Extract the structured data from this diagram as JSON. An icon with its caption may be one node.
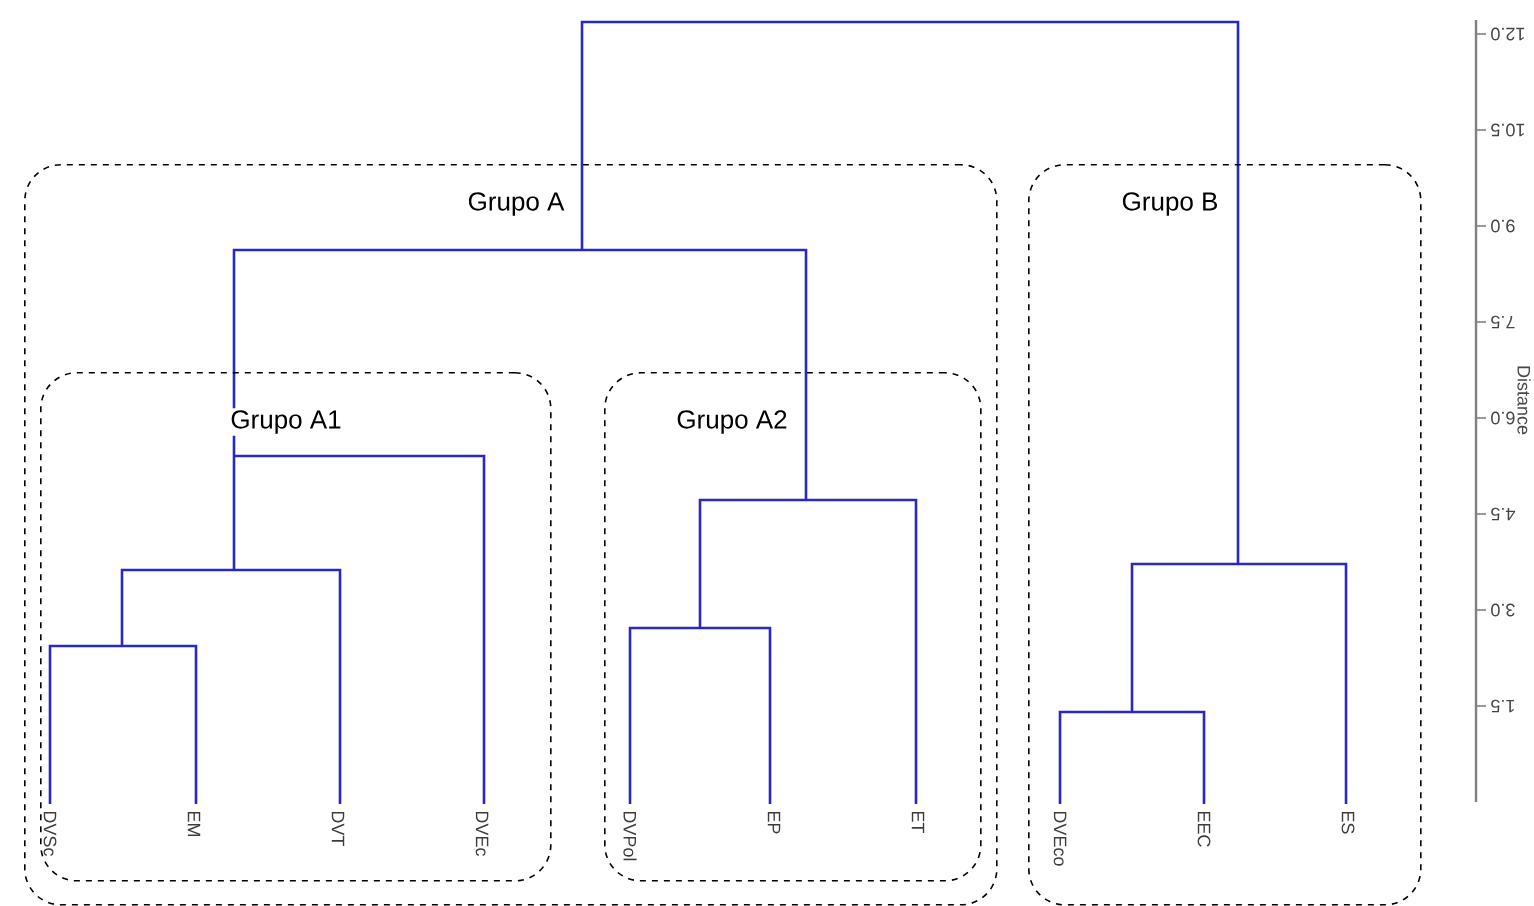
{
  "diagram": {
    "nodes": [
      {
        "text": [
          "Grupo A"
        ]
      },
      {
        "text": [
          "Grupo A1"
        ],
        "in": 0
      },
      {
        "text": [
          "Grupo A2"
        ],
        "in": 0
      },
      {
        "text": [
          "Grupo B"
        ]
      },
      {
        "text": [
          "DVSc"
        ],
        "in": 1
      },
      {
        "text": [
          "EM"
        ],
        "in": 1
      },
      {
        "text": [
          "DVT"
        ],
        "in": 1
      },
      {
        "text": [
          "DVEc"
        ],
        "in": 1
      },
      {
        "text": [
          "DVPol"
        ],
        "in": 2
      },
      {
        "text": [
          "EP"
        ],
        "in": 2
      },
      {
        "text": [
          "ET"
        ],
        "in": 2
      },
      {
        "text": [
          "DVEco"
        ],
        "in": 3
      },
      {
        "text": [
          "EEC"
        ],
        "in": 3
      },
      {
        "text": [
          "ES"
        ],
        "in": 3
      }
    ],
    "labels": [
      "12.0",
      "10.5",
      "9.0",
      "7.5",
      "6.0",
      "4.5",
      "3.0",
      "1.5",
      "Distance"
    ]
  }
}
